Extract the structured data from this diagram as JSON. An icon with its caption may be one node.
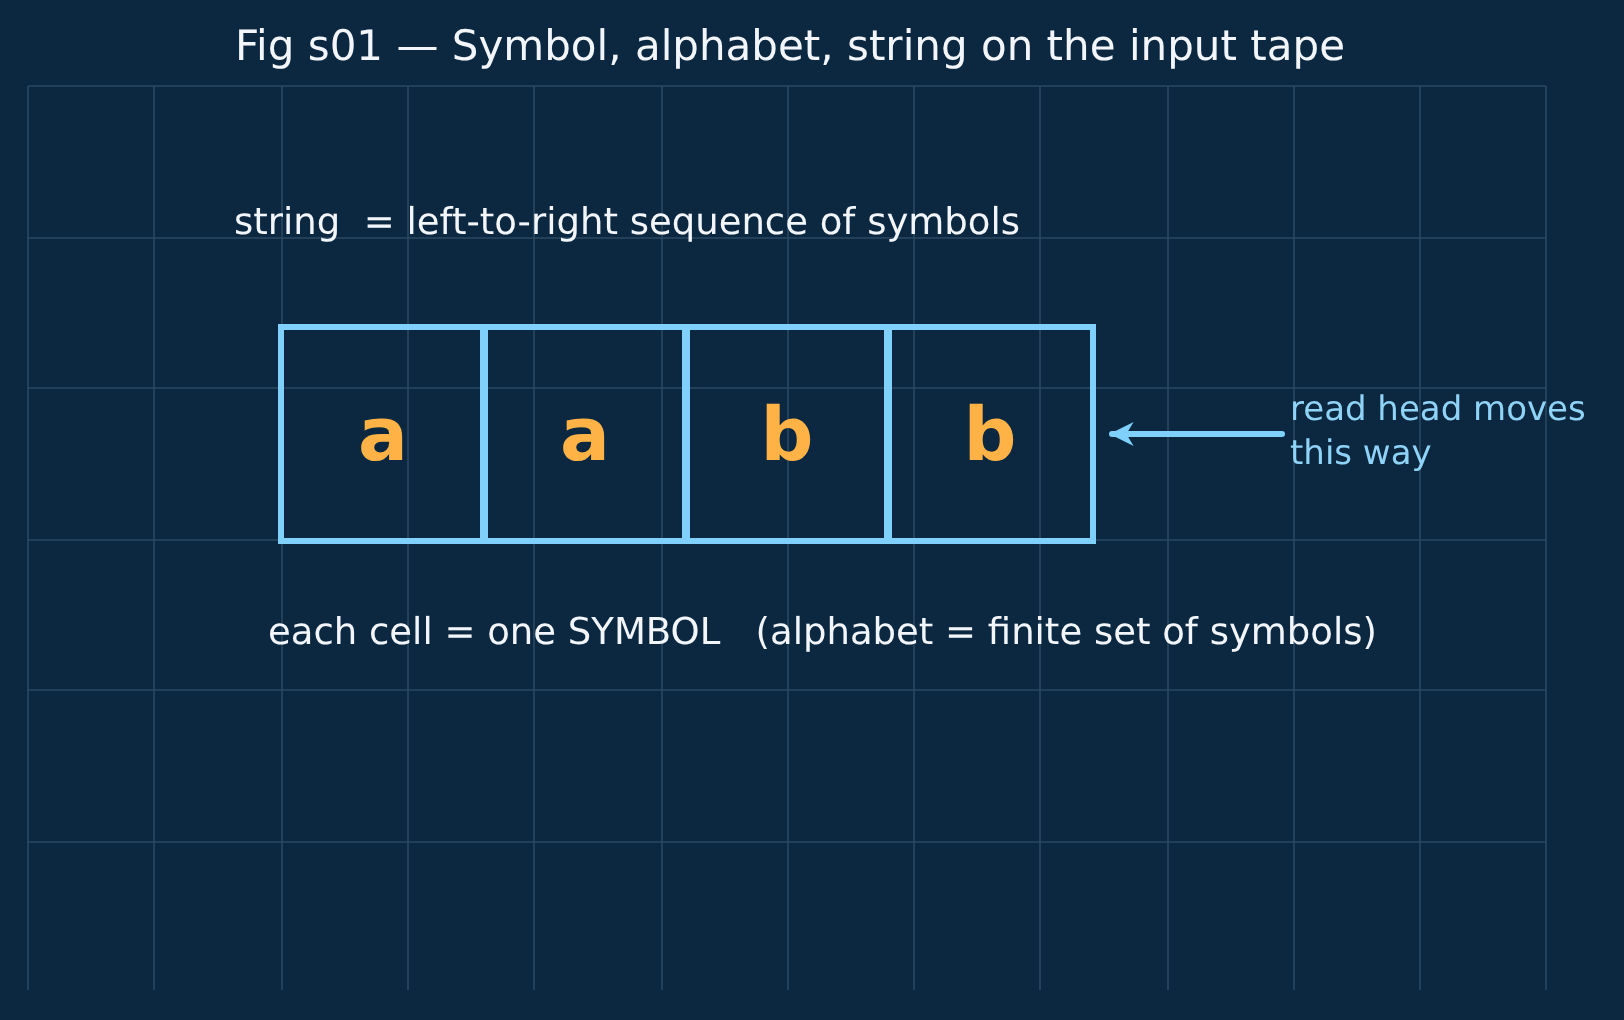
{
  "diagram": {
    "title": "Fig s01 — Symbol, alphabet, string on the input tape",
    "nodes": [
      {
        "text": [
          "a"
        ]
      },
      {
        "text": [
          "a"
        ]
      },
      {
        "text": [
          "b"
        ]
      },
      {
        "text": [
          "b"
        ]
      },
      {
        "text": [
          "read head moves this way"
        ]
      }
    ],
    "edges": [
      {
        "from": 4,
        "to": 3,
        "arrow": "to"
      }
    ],
    "labels": [
      "string  = left-to-right sequence of symbols",
      "each cell = one SYMBOL   (alphabet = finite set of symbols)"
    ]
  }
}
